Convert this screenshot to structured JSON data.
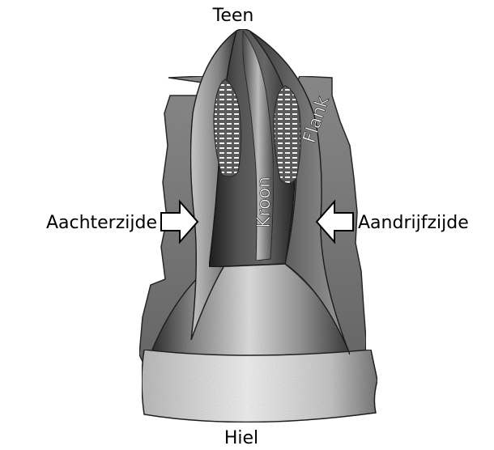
{
  "labels": {
    "top": "Teen",
    "bottom": "Hiel",
    "left": "Aachterzijde",
    "right": "Aandrijfzijde",
    "crown": "Kroon",
    "flank": "Flank"
  },
  "arrows": {
    "left_direction": "right",
    "right_direction": "left"
  }
}
